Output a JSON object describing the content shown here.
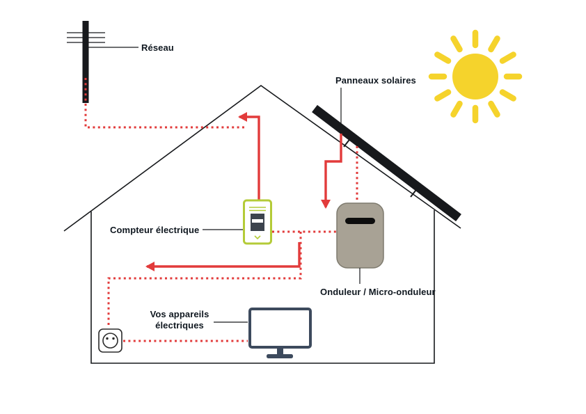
{
  "diagram": {
    "labels": {
      "reseau": "Réseau",
      "panneaux_solaires": "Panneaux solaires",
      "compteur": "Compteur électrique",
      "onduleur": "Onduleur / Micro-onduleur",
      "appareils_line1": "Vos appareils",
      "appareils_line2": "électriques"
    },
    "colors": {
      "flow_red": "#e23b3b",
      "meter_green": "#b4cb38",
      "inverter_gray": "#a8a295",
      "monitor_navy": "#3d4a5d",
      "sun_yellow": "#f5d32c",
      "outline_black": "#17191c",
      "label_text": "#101820"
    },
    "icons": {
      "utility_pole": "pole-with-power-lines",
      "sun": "sun-with-rays",
      "solar_panel": "tilted-panel-on-roof",
      "electric_meter": "meter-with-display",
      "inverter": "rounded-box-with-slot",
      "monitor": "desktop-monitor",
      "power_outlet": "wall-socket"
    }
  }
}
